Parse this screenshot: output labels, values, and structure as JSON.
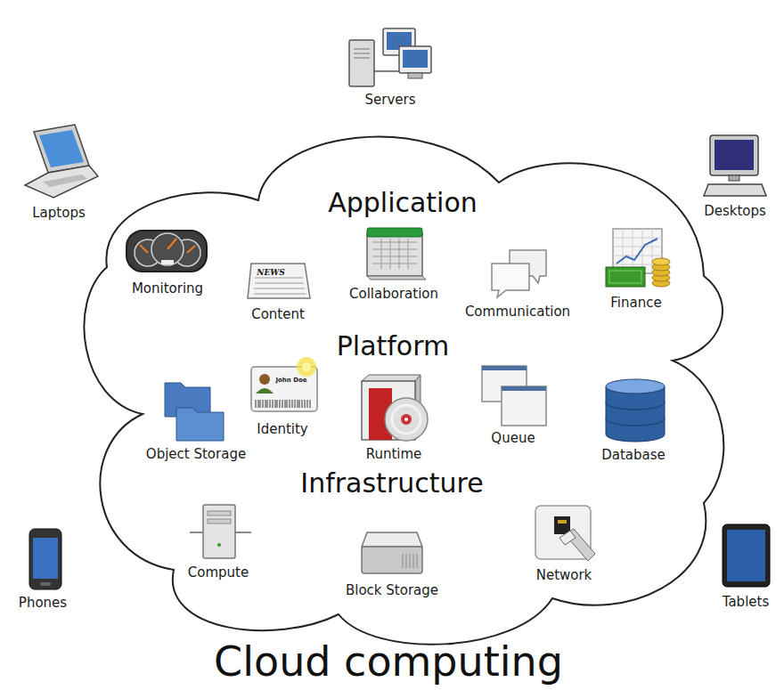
{
  "diagram": {
    "title": "Cloud computing",
    "nodes": [
      {
        "text": [
          "Application",
          "Platform",
          "Infrastructure"
        ]
      }
    ],
    "labels": [
      "Servers",
      "Laptops",
      "Desktops",
      "Monitoring",
      "NEWS",
      "Content",
      "Collaboration",
      "Communication",
      "Finance",
      "John Doe",
      "Identity",
      "Object Storage",
      "Runtime",
      "Queue",
      "Database",
      "Compute",
      "Block Storage",
      "Network",
      "Phones",
      "Tablets"
    ]
  }
}
